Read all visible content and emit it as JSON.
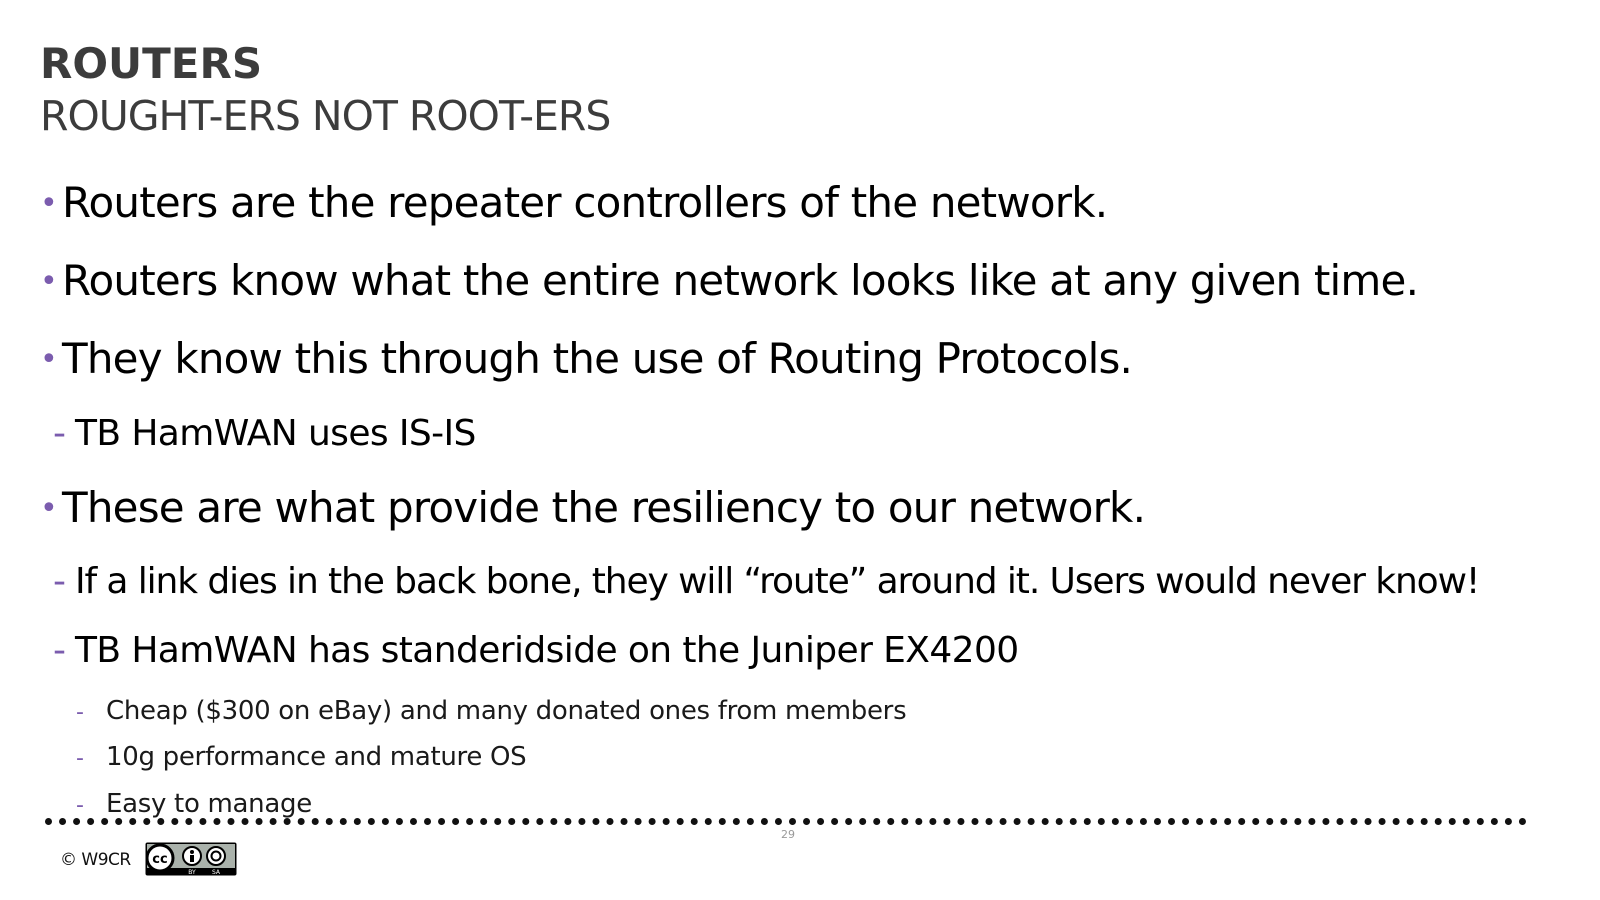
{
  "slide": {
    "title": "ROUTERS",
    "subtitle": "ROUGHT-ERS NOT ROOT-ERS",
    "bullets": [
      {
        "marker": "•",
        "text": "Routers are the repeater controllers of the network."
      },
      {
        "marker": "•",
        "text": "Routers know what the entire network looks like at any given time."
      },
      {
        "marker": "•",
        "text": "They know this through the use of Routing Protocols."
      },
      {
        "marker": "-",
        "text": "TB HamWAN uses IS-IS"
      },
      {
        "marker": "•",
        "text": "These are what provide the resiliency to our network."
      },
      {
        "marker": "-",
        "text": "If a link dies in the back bone, they will “route” around it.  Users would never know!"
      },
      {
        "marker": "-",
        "text": "TB HamWAN has standeridside on the Juniper EX4200"
      },
      {
        "marker": "-",
        "text": "Cheap ($300 on eBay) and many donated ones from members"
      },
      {
        "marker": "-",
        "text": "10g performance and mature OS"
      },
      {
        "marker": "-",
        "text": "Easy to manage"
      }
    ],
    "page_number": "29"
  },
  "footer": {
    "copyright": "© W9CR",
    "license_badge": {
      "icon": "creative-commons-by-sa-icon",
      "label_by": "BY",
      "label_sa": "SA"
    }
  },
  "colors": {
    "title": "#3c3c3c",
    "bullet_marker": "#7b5cae",
    "text": "#000000"
  }
}
